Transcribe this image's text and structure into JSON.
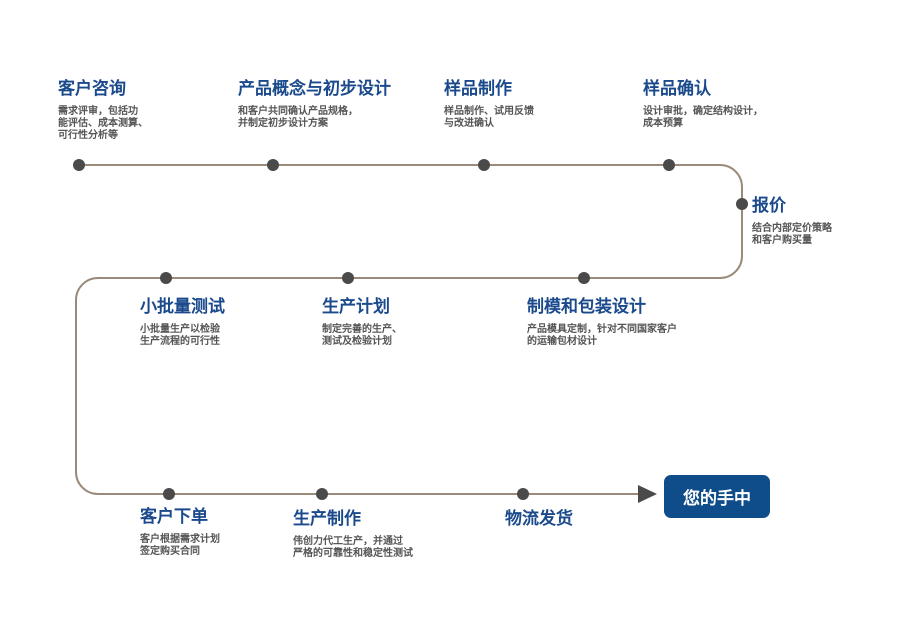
{
  "final_label": "您的手中",
  "colors": {
    "line": "#9a8a7a",
    "dot": "#4a4a4a",
    "title": "#1b4a8c",
    "desc": "#555555",
    "final_bg": "#0f4c8a"
  },
  "steps": [
    {
      "title": "客户咨询",
      "desc": "需求评审，包括功\n能评估、成本测算、\n可行性分析等"
    },
    {
      "title": "产品概念与初步设计",
      "desc": "和客户共同确认产品规格，\n并制定初步设计方案"
    },
    {
      "title": "样品制作",
      "desc": "样品制作、试用反馈\n与改进确认"
    },
    {
      "title": "样品确认",
      "desc": "设计审批，确定结构设计，\n成本预算"
    },
    {
      "title": "报价",
      "desc": "结合内部定价策略\n和客户购买量"
    },
    {
      "title": "制模和包装设计",
      "desc": "产品模具定制，针对不同国家客户\n的运输包材设计"
    },
    {
      "title": "生产计划",
      "desc": "制定完善的生产、\n测试及检验计划"
    },
    {
      "title": "小批量测试",
      "desc": "小批量生产以检验\n生产流程的可行性"
    },
    {
      "title": "客户下单",
      "desc": "客户根据需求计划\n签定购买合同"
    },
    {
      "title": "生产制作",
      "desc": "伟创力代工生产，并通过\n严格的可靠性和稳定性测试"
    },
    {
      "title": "物流发货",
      "desc": ""
    }
  ]
}
